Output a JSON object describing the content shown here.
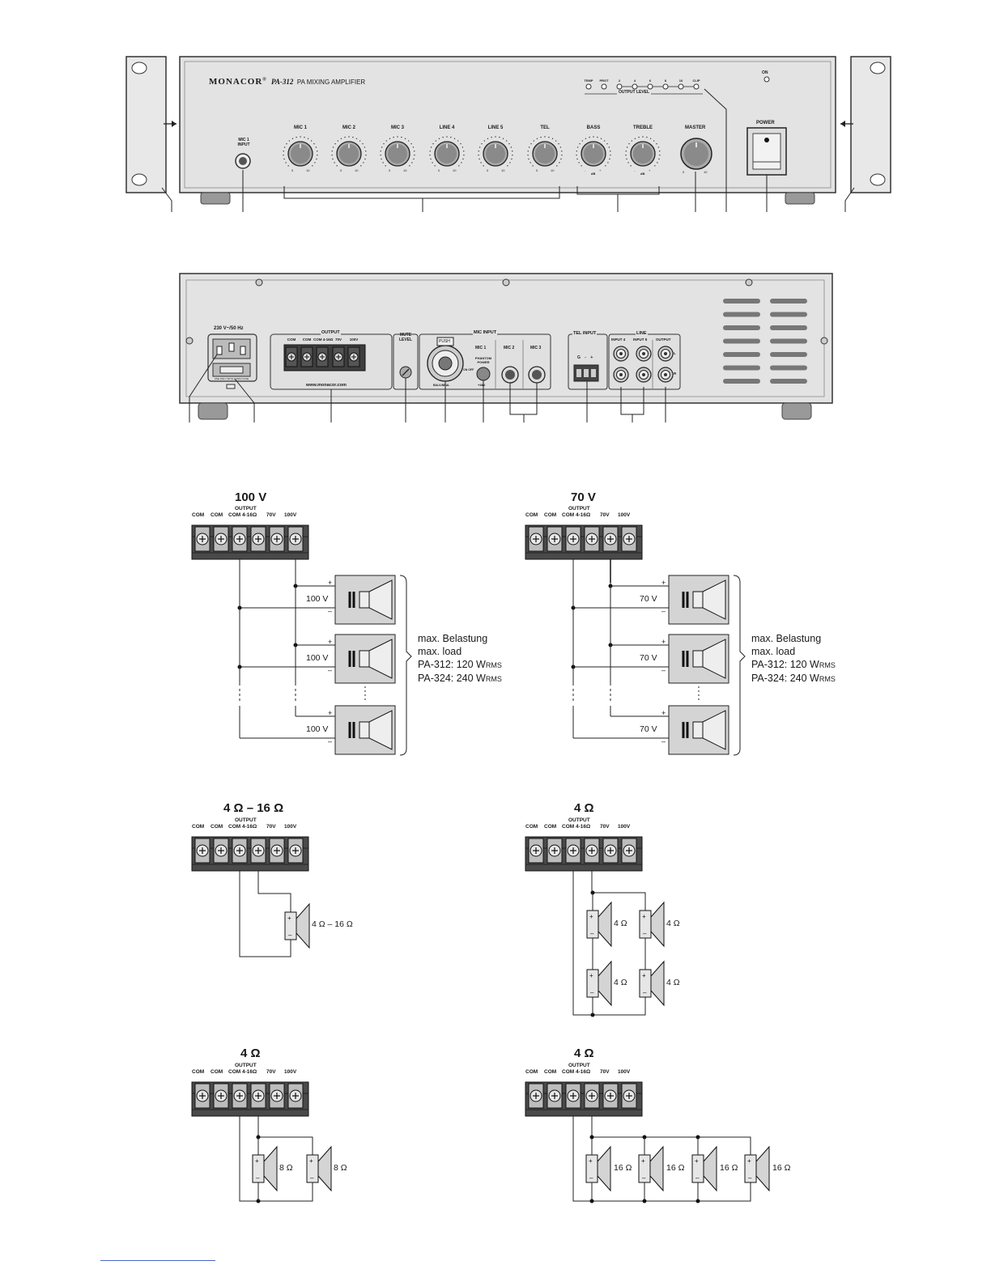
{
  "front_panel": {
    "brand": "MONACOR",
    "registered": "®",
    "model": "PA-312",
    "model_desc": "PA MIXING AMPLIFIER",
    "mic1_input_label": "MIC 1 INPUT",
    "knobs": [
      {
        "label": "MIC 1",
        "min": "0",
        "max": "10"
      },
      {
        "label": "MIC 2",
        "min": "0",
        "max": "10"
      },
      {
        "label": "MIC 3",
        "min": "0",
        "max": "10"
      },
      {
        "label": "LINE 4",
        "min": "0",
        "max": "10"
      },
      {
        "label": "LINE 5",
        "min": "0",
        "max": "10"
      },
      {
        "label": "TEL",
        "min": "0",
        "max": "10"
      },
      {
        "label": "BASS",
        "min": "-",
        "max": "+",
        "unit": "dB"
      },
      {
        "label": "TREBLE",
        "min": "-",
        "max": "+",
        "unit": "dB"
      }
    ],
    "master_label": "MASTER",
    "master_min": "0",
    "master_max": "10",
    "leds": [
      "TEMP",
      "PROT",
      "2",
      "4",
      "6",
      "8",
      "10",
      "CLIP"
    ],
    "output_level_label": "OUTPUT LEVEL",
    "on_label": "ON",
    "power_label": "POWER"
  },
  "rear_panel": {
    "mains_label": "230 V~/50 Hz",
    "fuse_text": "USE ONLY WITH A 250V FUSE",
    "output_label": "OUTPUT",
    "output_terminals": [
      "COM",
      "COM",
      "COM 4-16Ω",
      "70V",
      "100V"
    ],
    "website": "www.monacor.com",
    "mute_label": "MUTE LEVEL",
    "mic_input_label": "MIC INPUT",
    "push_label": "PUSH",
    "mic1_label": "MIC 1",
    "phantom_label": "PHANTOM POWER",
    "on_off": "ON OFF",
    "plus48": "+48V",
    "bal_unbal": "BAL/UNBAL",
    "mic2_label": "MIC 2",
    "mic3_label": "MIC 3",
    "tel_input_label": "TEL INPUT",
    "tel_terminals": "G - +",
    "line_label": "LINE",
    "input4_label": "INPUT 4",
    "input5_label": "INPUT 5",
    "line_output_label": "OUTPUT",
    "l_label": "L",
    "r_label": "R"
  },
  "diagrams": {
    "terminal_labels": {
      "com": "COM",
      "com4_16": "COM 4-16Ω",
      "v70": "70V",
      "v100": "100V",
      "output": "OUTPUT"
    },
    "d100": {
      "title": "100 V",
      "speaker_label": "100 V"
    },
    "d70": {
      "title": "70 V",
      "speaker_label": "70 V"
    },
    "load_note": {
      "line1": "max. Belastung",
      "line2": "max. load",
      "pa312": "PA-312: 120 W",
      "pa324": "PA-324: 240 W",
      "rms": "RMS"
    },
    "d4_16": {
      "title": "4 Ω – 16 Ω",
      "speaker_label": "4 Ω – 16 Ω"
    },
    "d4a": {
      "title": "4 Ω",
      "speaker_label": "4 Ω"
    },
    "d4b": {
      "title": "4 Ω",
      "speaker_label": "8 Ω"
    },
    "d4c": {
      "title": "4 Ω",
      "speaker_label": "16 Ω"
    }
  },
  "colors": {
    "panel": "#e3e3e3",
    "panel_stroke": "#3a3a3a",
    "terminal_block": "#4a4a4a",
    "speaker_fill": "#d4d4d4",
    "footer_line": "#4a67c7"
  }
}
